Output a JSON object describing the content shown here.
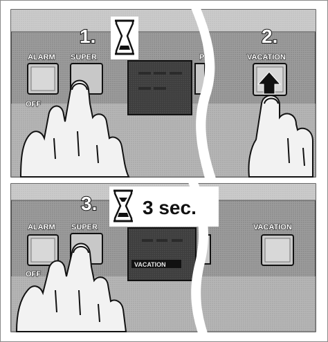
{
  "panel_top": {
    "step_1": "1.",
    "step_2": "2.",
    "buttons": {
      "alarm": "ALARM",
      "super": "SUPER",
      "off": "OFF",
      "vacation": "VACATION",
      "partial_p": "P"
    },
    "icons": [
      "hourglass-icon",
      "up-arrow-icon",
      "hand-left-icon",
      "hand-right-icon"
    ]
  },
  "panel_bottom": {
    "step_3": "3.",
    "hold_time": "3 sec.",
    "display_text": "VACATION",
    "buttons": {
      "alarm": "ALARM",
      "super": "SUPER",
      "off": "OFF",
      "vacation": "VACATION"
    },
    "icons": [
      "hourglass-icon",
      "hand-left-icon"
    ]
  },
  "colors": {
    "panel_gray": "#9a9a9a",
    "stripe_gray": "#cfcfcf",
    "display_dark": "#3a3a3a",
    "button_face": "#c8c8c8"
  }
}
